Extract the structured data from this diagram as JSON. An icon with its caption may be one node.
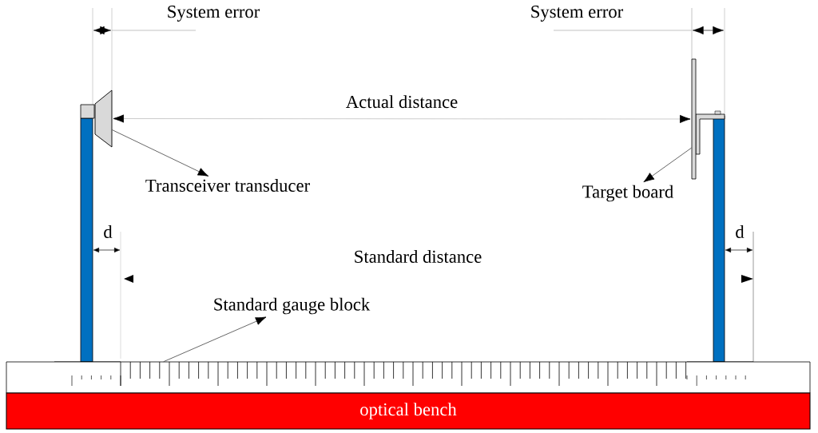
{
  "diagram": {
    "nodes": [
      {
        "text": [],
        "shape": "trapezoid"
      },
      {
        "text": [
          "Transceiver transducer"
        ]
      },
      {
        "text": [],
        "shape": "bar"
      },
      {
        "text": [
          "Target board"
        ]
      },
      {
        "text": [
          "Standard gauge block"
        ]
      },
      {
        "text": [],
        "shape": "ruler"
      },
      {
        "text": [
          "optical bench"
        ]
      }
    ],
    "edges": [
      {
        "from": 0,
        "to": 1,
        "arrow": "to"
      },
      {
        "from": 2,
        "to": 3,
        "arrow": "to"
      },
      {
        "from": 5,
        "to": 4,
        "arrow": "to"
      },
      {
        "from": 0,
        "to": 2,
        "arrow": "both",
        "label": "Actual distance",
        "color": "#bfbfbf"
      }
    ],
    "labels": [
      "System error",
      "System error",
      "d",
      "Standard distance",
      "d"
    ]
  }
}
